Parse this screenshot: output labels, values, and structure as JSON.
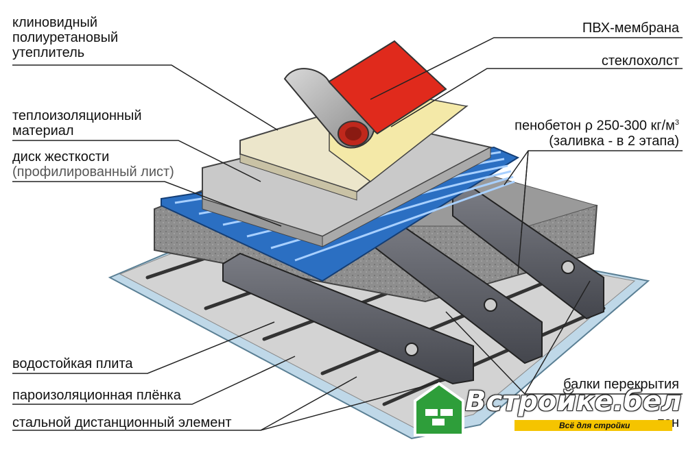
{
  "labels": {
    "wedge_insulation": [
      "клиновидный",
      "полиуретановый",
      "утеплитель"
    ],
    "pvc_membrane": "ПВХ-мембрана",
    "glass_fiber": "стеклохолст",
    "thermal_insulation": [
      "теплоизоляционный",
      "материал"
    ],
    "foam_concrete_prefix": "пенобетон ρ 250-300 кг/м",
    "foam_concrete_sup": "3",
    "foam_concrete_note": "(заливка - в 2 этапа)",
    "stiffness_disk": "диск жесткости",
    "profiled_sheet": "(профилированный лист)",
    "waterproof_board": "водостойкая плита",
    "vapor_film": "пароизоляционная плёнка",
    "steel_spacer": "стальной дистанционный элемент",
    "floor_beams": "балки перекрытия",
    "partial_label": "тон"
  },
  "logo": {
    "name": "Встройке.бел",
    "tagline": "Всё для стройки",
    "colors": {
      "green": "#2e9e3a",
      "yellow": "#f5c400"
    }
  },
  "colors": {
    "pvc": "#e02a1c",
    "glass_fiber": "#f1e6b4",
    "insulation": "#e4dfc9",
    "board": "#c9c9c9",
    "profiled_sheet": "#2b6fc2",
    "concrete": "#8c8c8c",
    "beam": "#5c5e66",
    "base_plate": "#bcd6e6"
  }
}
